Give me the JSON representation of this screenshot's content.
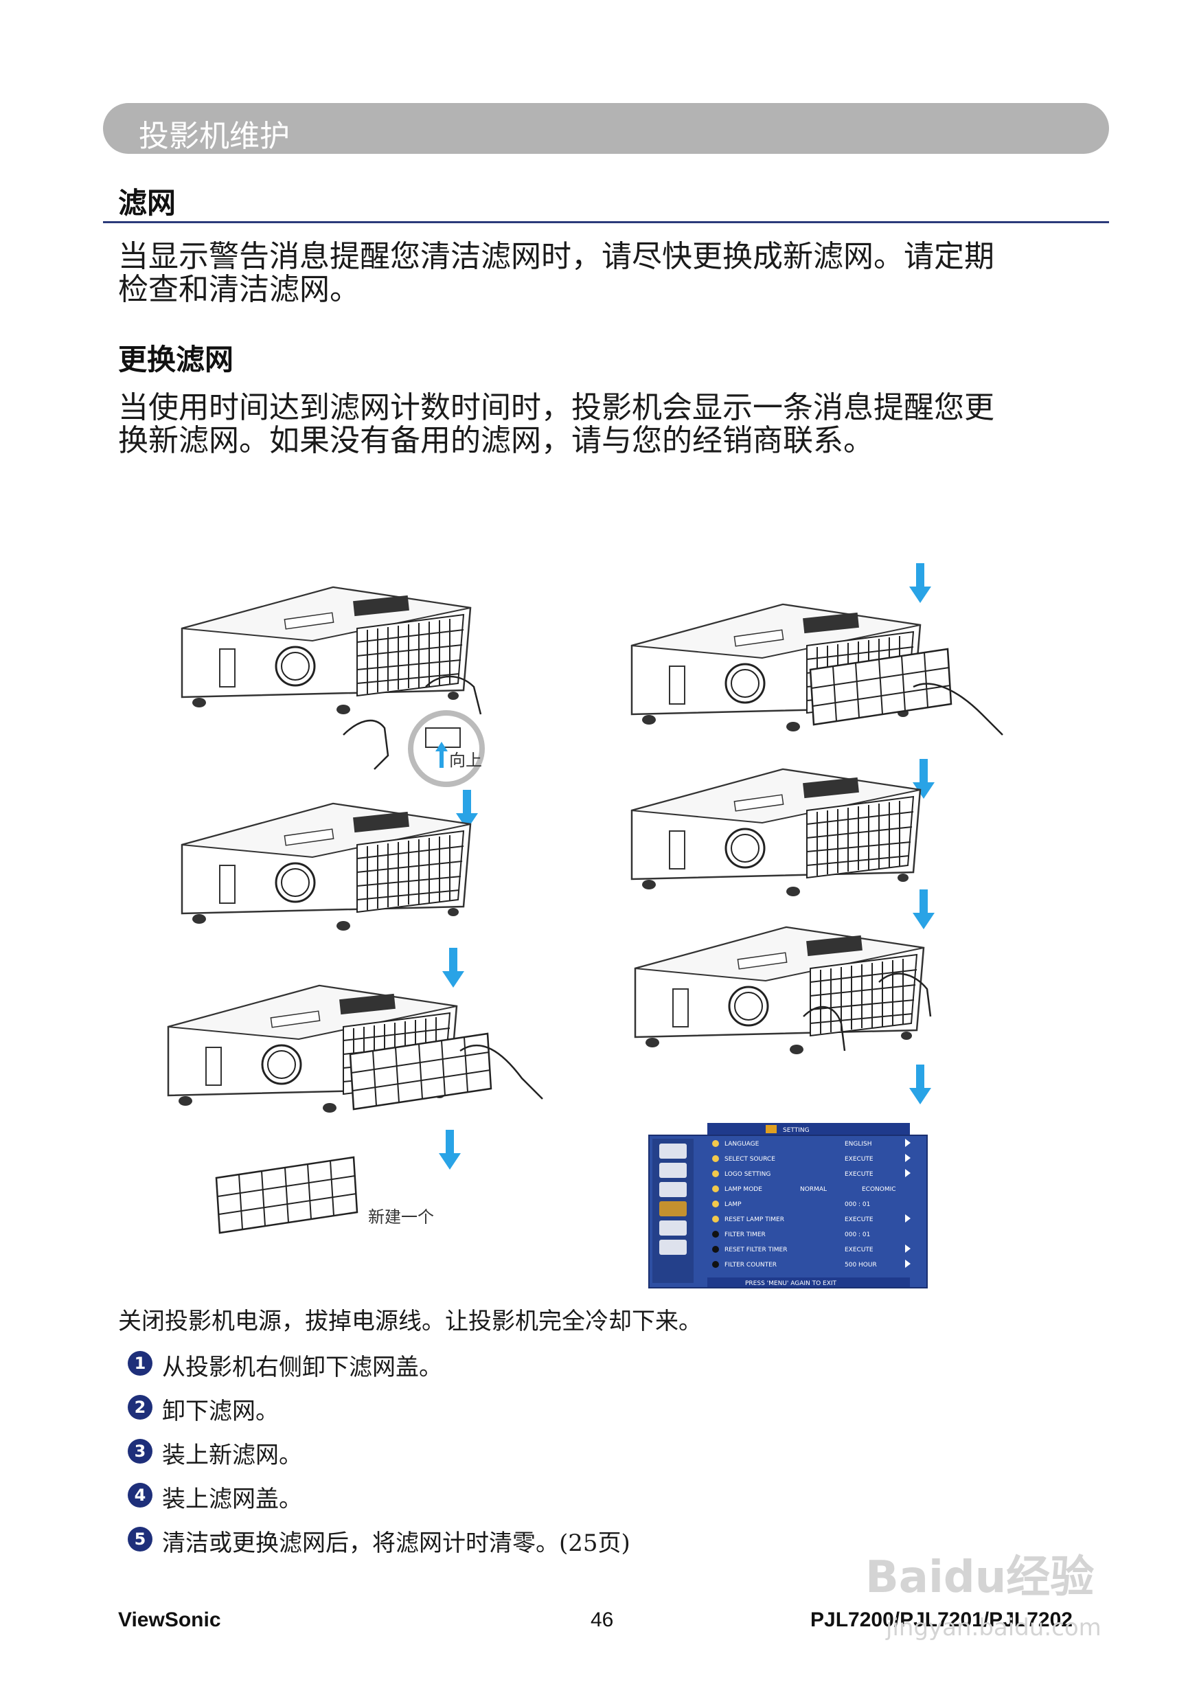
{
  "header": {
    "section_title": "投影机维护"
  },
  "filter": {
    "title": "滤网",
    "intro_line1": "当显示警告消息提醒您清洁滤网时，请尽快更换成新滤网。请定期",
    "intro_line2": "检查和清洁滤网。"
  },
  "replace": {
    "title": "更换滤网",
    "line1": "当使用时间达到滤网计数时间时，投影机会显示一条消息提醒您更",
    "line2": "换新滤网。如果没有备用的滤网，请与您的经销商联系。"
  },
  "figure": {
    "callout_up": "向上",
    "callout_new": "新建一个",
    "osd": {
      "title": "SETTING",
      "rows": [
        {
          "label": "LANGUAGE",
          "value": "ENGLISH"
        },
        {
          "label": "SELECT SOURCE",
          "value": "EXECUTE"
        },
        {
          "label": "LOGO SETTING",
          "value": "EXECUTE"
        },
        {
          "label": "LAMP MODE",
          "value": "NORMAL",
          "value2": "ECONOMIC"
        },
        {
          "label": "LAMP",
          "value": "000 : 01"
        },
        {
          "label": "RESET LAMP TIMER",
          "value": "EXECUTE"
        },
        {
          "label": "FILTER TIMER",
          "value": "000 : 01"
        },
        {
          "label": "RESET FILTER TIMER",
          "value": "EXECUTE"
        },
        {
          "label": "FILTER COUNTER",
          "value": "500 HOUR"
        }
      ],
      "footer": "PRESS 'MENU' AGAIN TO EXIT"
    },
    "colors": {
      "arrow": "#29a3e6",
      "osd_bg": "#2e4fa3",
      "osd_title_bar": "#1f3a8c"
    }
  },
  "steps": {
    "lead": "关闭投影机电源，拔掉电源线。让投影机完全冷却下来。",
    "items": [
      {
        "num": "1",
        "text": "从投影机右侧卸下滤网盖。"
      },
      {
        "num": "2",
        "text": "卸下滤网。"
      },
      {
        "num": "3",
        "text": "装上新滤网。"
      },
      {
        "num": "4",
        "text": "装上滤网盖。"
      },
      {
        "num": "5",
        "text": "清洁或更换滤网后，将滤网计时清零。(25页)"
      }
    ]
  },
  "footer": {
    "brand": "ViewSonic",
    "page": "46",
    "models": "PJL7200/PJL7201/PJL7202"
  },
  "watermark": {
    "logo": "Baidu经验",
    "url": "jingyan.baidu.com"
  }
}
